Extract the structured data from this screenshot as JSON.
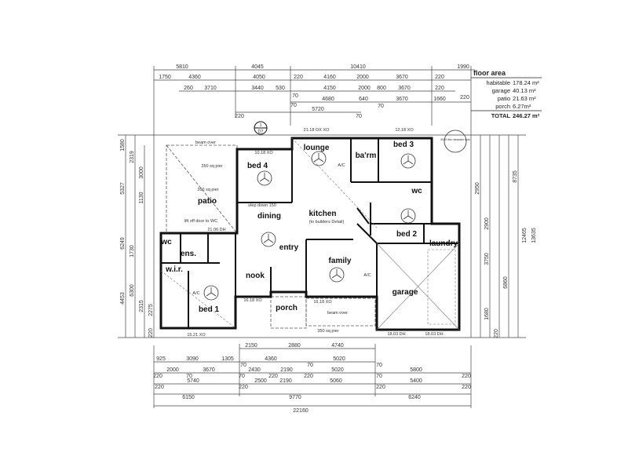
{
  "floor_area": {
    "title": "floor area",
    "rows": [
      {
        "label": "habitable",
        "value": "178.24 m²"
      },
      {
        "label": "garage",
        "value": "40.13 m²"
      },
      {
        "label": "patio",
        "value": "21.63 m²"
      },
      {
        "label": "porch",
        "value": "6.27m²"
      }
    ],
    "total_label": "TOTAL",
    "total_value": "246.27 m²"
  },
  "rooms": {
    "patio": "patio",
    "bed4": "bed 4",
    "dining": "dining",
    "lounge": "lounge",
    "bathroom": "ba'rm",
    "bed3": "bed 3",
    "wc": "wc",
    "kitchen": "kitchen",
    "kitchen_note": "(to builders Detail)",
    "bed2": "bed 2",
    "laundry": "laundry",
    "ens_wc": "wc",
    "ensuite": "ens.",
    "wir": "w.i.r.",
    "bed1": "bed 1",
    "nook": "nook",
    "entry": "entry",
    "family": "family",
    "porch": "porch",
    "garage": "garage"
  },
  "notes": {
    "section_marker_top": "1",
    "section_marker_bottom": "D7",
    "beam_over": "beam over",
    "pier1": "350 sq pier",
    "pier2": "350 sq pier",
    "lift_off": "lift off door to WC",
    "step_down": "step down 150",
    "tank": "5000 litre rainwater tank",
    "ac": "A/C",
    "window_bed1": "15.21 XO",
    "window_garage1": "18.03 DH",
    "window_garage2": "18.03 DH",
    "window_bed4": "10.18 XO",
    "window_lounge": "21.18 OX XO",
    "window_bed3": "12.18 XO",
    "window_family": "16.18 XO",
    "window_nook": "16.18 XO",
    "window_patio": "21.06 DH",
    "beam_over_porch": "beam over",
    "pier_porch": "350 sq pier"
  },
  "dimensions": {
    "top": [
      [
        "5810",
        "4045",
        "10410",
        "1990"
      ],
      [
        "1750",
        "4360",
        "4050",
        "220",
        "4160",
        "2000",
        "3670",
        "220"
      ],
      [
        "260",
        "3710",
        "3440",
        "530",
        "70",
        "4150",
        "2000",
        "800",
        "3670",
        "220"
      ],
      [
        "70",
        "4680",
        "640",
        "70",
        "3670",
        "1660",
        "220"
      ],
      [
        "220",
        "5720",
        "70"
      ]
    ],
    "bottom": [
      [
        "2150",
        "2880",
        "4740"
      ],
      [
        "925",
        "3090",
        "1305",
        "70",
        "4360",
        "70",
        "5020",
        "70"
      ],
      [
        "220",
        "2000",
        "70",
        "3670",
        "70",
        "2430",
        "220",
        "2190",
        "220",
        "5020",
        "70",
        "5800",
        "220"
      ],
      [
        "220",
        "5740",
        "220",
        "2500",
        "2190",
        "5060",
        "220",
        "5400",
        "220"
      ],
      [
        "6150",
        "9770",
        "6240"
      ],
      [
        "22160"
      ]
    ],
    "left": [
      "1580",
      "5327",
      "2319",
      "3000",
      "1130",
      "6249",
      "1730",
      "4453",
      "6300",
      "2315",
      "2275",
      "220"
    ],
    "right": [
      "2950",
      "8735",
      "12465",
      "13635",
      "2900",
      "3750",
      "6860",
      "1680",
      "220"
    ]
  }
}
